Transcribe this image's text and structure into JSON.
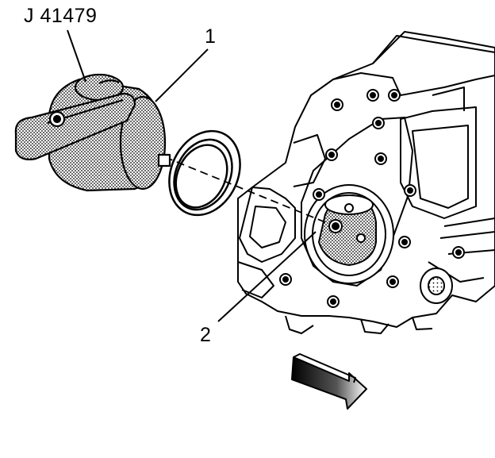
{
  "labels": {
    "tool_number": "J 41479",
    "callout_1": "1",
    "callout_2": "2"
  },
  "colors": {
    "line": "#000000",
    "background": "#ffffff",
    "stipple": "#000000"
  },
  "icons": {
    "direction_arrow": "view-direction-arrow-icon"
  }
}
